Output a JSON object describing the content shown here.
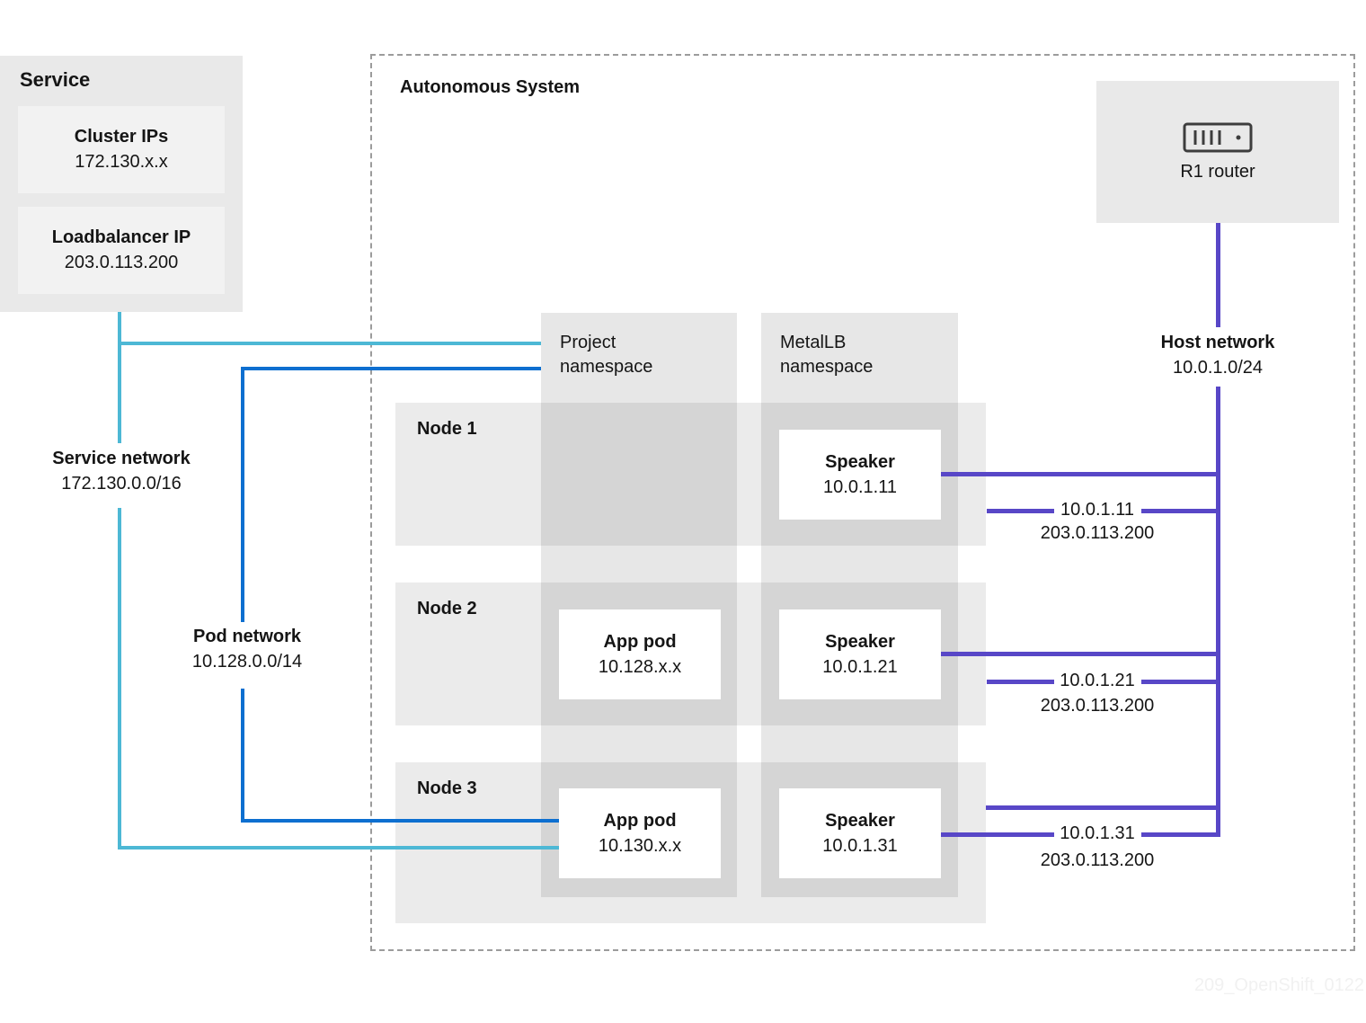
{
  "diagram": {
    "watermark": "209_OpenShift_0122",
    "colors": {
      "service_network": "#4db8d5",
      "pod_network": "#0d6fd0",
      "host_network": "#5847c7",
      "band_gray": "#ebebeb",
      "column_gray": "#e7e7e7",
      "overlap_gray": "#d5d5d5",
      "box_gray": "#e9e9e9"
    },
    "service_box": {
      "title": "Service",
      "items": [
        {
          "title": "Cluster IPs",
          "value": "172.130.x.x"
        },
        {
          "title": "Loadbalancer IP",
          "value": "203.0.113.200"
        }
      ]
    },
    "autonomous_system": {
      "label": "Autonomous System"
    },
    "router": {
      "label": "R1 router",
      "icon": "router-icon"
    },
    "networks": {
      "service": {
        "name": "Service network",
        "cidr": "172.130.0.0/16"
      },
      "pod": {
        "name": "Pod network",
        "cidr": "10.128.0.0/14"
      },
      "host": {
        "name": "Host network",
        "cidr": "10.0.1.0/24"
      }
    },
    "namespaces": [
      {
        "label": "Project\nnamespace"
      },
      {
        "label": "MetalLB\nnamespace"
      }
    ],
    "nodes": [
      {
        "label": "Node 1",
        "speaker": {
          "title": "Speaker",
          "ip": "10.0.1.11"
        },
        "link": {
          "ip": "10.0.1.11",
          "lb": "203.0.113.200"
        }
      },
      {
        "label": "Node 2",
        "app_pod": {
          "title": "App pod",
          "ip": "10.128.x.x"
        },
        "speaker": {
          "title": "Speaker",
          "ip": "10.0.1.21"
        },
        "link": {
          "ip": "10.0.1.21",
          "lb": "203.0.113.200"
        }
      },
      {
        "label": "Node 3",
        "app_pod": {
          "title": "App pod",
          "ip": "10.130.x.x"
        },
        "speaker": {
          "title": "Speaker",
          "ip": "10.0.1.31"
        },
        "link": {
          "ip": "10.0.1.31",
          "lb": "203.0.113.200"
        }
      }
    ]
  }
}
